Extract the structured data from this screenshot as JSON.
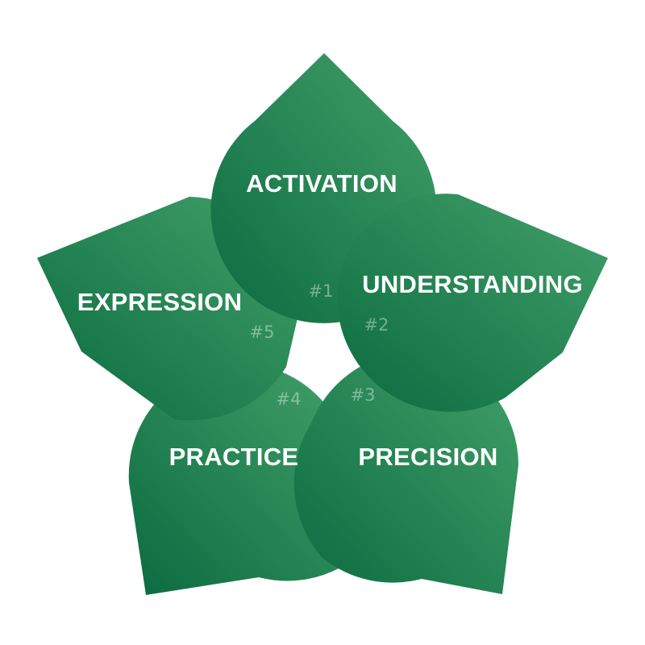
{
  "diagram": {
    "colors": {
      "petal_light": "#43a06a",
      "petal_dark": "#0b6b40"
    },
    "petals": [
      {
        "id": "activation",
        "label": "ACTIVATION",
        "number": "#1"
      },
      {
        "id": "understanding",
        "label": "UNDERSTANDING",
        "number": "#2"
      },
      {
        "id": "precision",
        "label": "PRECISION",
        "number": "#3"
      },
      {
        "id": "practice",
        "label": "PRACTICE",
        "number": "#4"
      },
      {
        "id": "expression",
        "label": "EXPRESSION",
        "number": "#5"
      }
    ]
  }
}
